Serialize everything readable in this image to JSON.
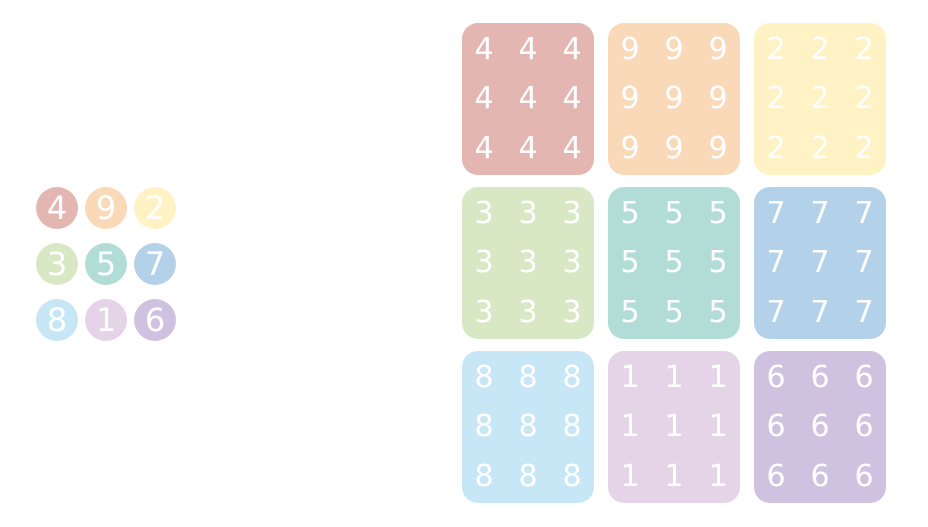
{
  "colors": {
    "c4": "#e3b6b1",
    "c9": "#fad9b8",
    "c2": "#fff2c4",
    "c3": "#d9e8c4",
    "c5": "#b1ddd6",
    "c7": "#b3d2e9",
    "c8": "#c7e6f6",
    "c1": "#e5d3e8",
    "c6": "#cec2e0"
  },
  "square": [
    [
      {
        "value": "4",
        "color": "c4"
      },
      {
        "value": "9",
        "color": "c9"
      },
      {
        "value": "2",
        "color": "c2"
      }
    ],
    [
      {
        "value": "3",
        "color": "c3"
      },
      {
        "value": "5",
        "color": "c5"
      },
      {
        "value": "7",
        "color": "c7"
      }
    ],
    [
      {
        "value": "8",
        "color": "c8"
      },
      {
        "value": "1",
        "color": "c1"
      },
      {
        "value": "6",
        "color": "c6"
      }
    ]
  ]
}
